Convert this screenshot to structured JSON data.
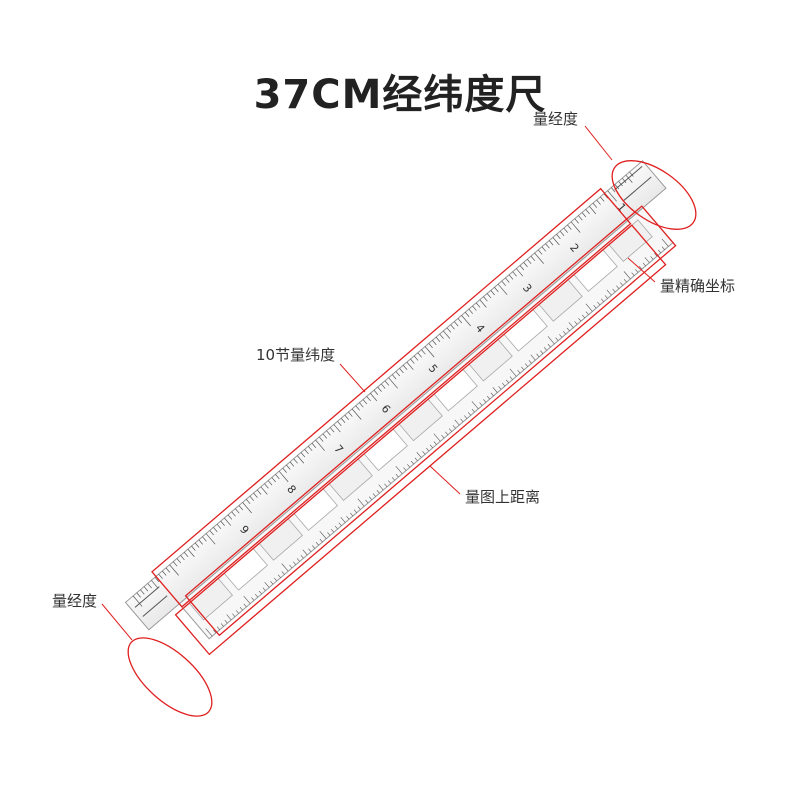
{
  "title": "37CM经纬度尺",
  "labels": {
    "top_longitude": "量经度",
    "precise_coordinates": "量精确坐标",
    "ten_section_latitude": "10节量纬度",
    "map_distance": "量图上距离",
    "bottom_longitude": "量经度"
  },
  "ruler": {
    "section_numbers": [
      "1",
      "2",
      "3",
      "4",
      "5",
      "6",
      "7",
      "8",
      "9"
    ]
  },
  "colors": {
    "annotation": "#e02020",
    "ruler_fill": "#f4f4f4",
    "ruler_edge": "#9a9a9a",
    "tick": "#555555",
    "text": "#222222"
  }
}
